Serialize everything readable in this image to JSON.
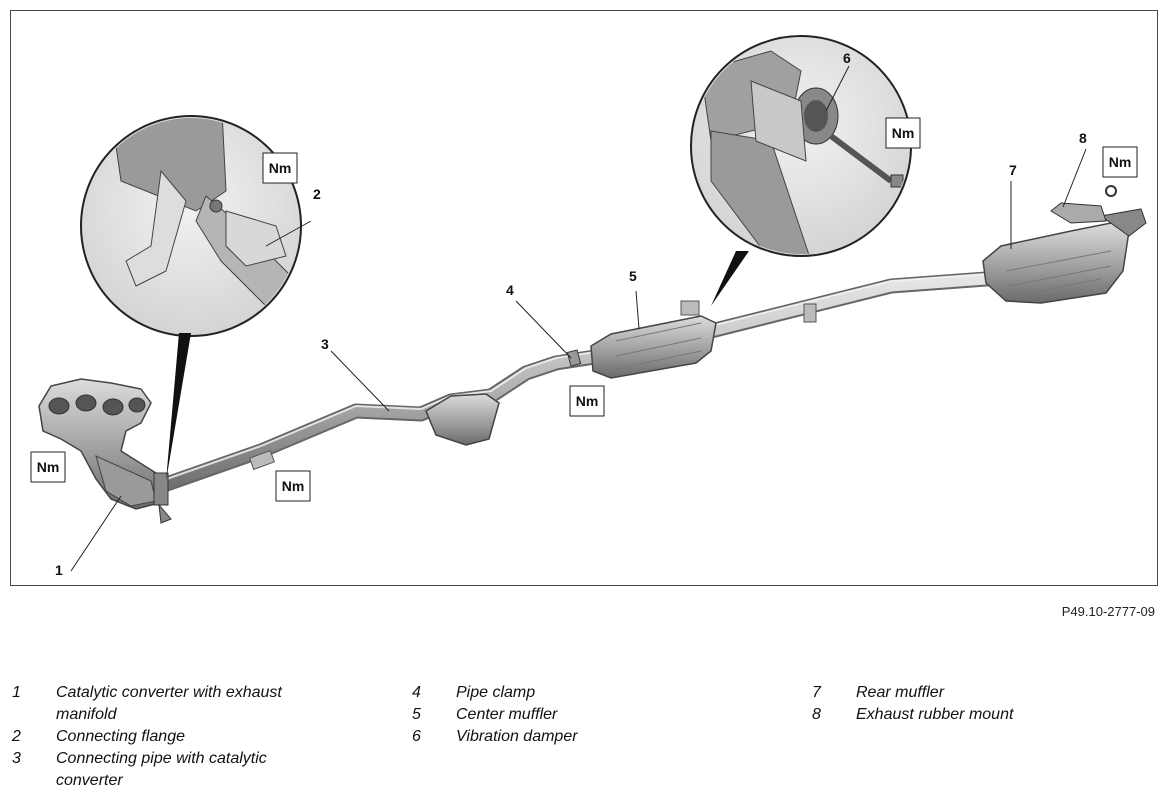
{
  "figure": {
    "id": "P49.10-2777-09",
    "callouts": [
      "1",
      "2",
      "3",
      "4",
      "5",
      "6",
      "7",
      "8"
    ],
    "torque_symbol": "Nm"
  },
  "legend": [
    {
      "num": "1",
      "text": "Catalytic converter with exhaust manifold"
    },
    {
      "num": "2",
      "text": "Connecting flange"
    },
    {
      "num": "3",
      "text": "Connecting pipe with catalytic converter"
    },
    {
      "num": "4",
      "text": "Pipe clamp"
    },
    {
      "num": "5",
      "text": "Center muffler"
    },
    {
      "num": "6",
      "text": "Vibration damper"
    },
    {
      "num": "7",
      "text": "Rear muffler"
    },
    {
      "num": "8",
      "text": "Exhaust rubber mount"
    }
  ]
}
